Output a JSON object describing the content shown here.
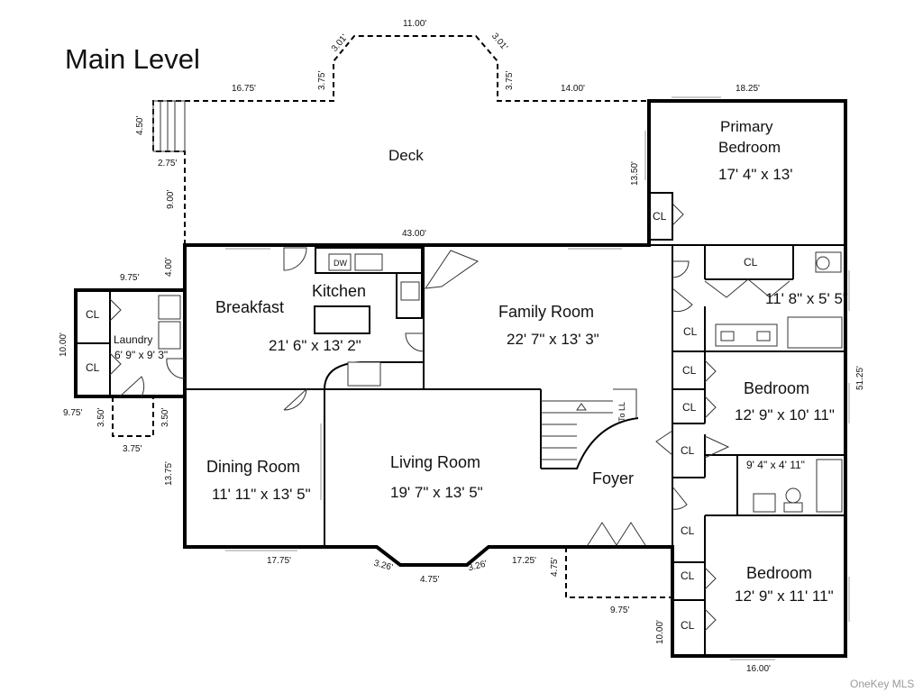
{
  "title": "Main Level",
  "rooms": {
    "deck": "Deck",
    "primary_bedroom_line1": "Primary",
    "primary_bedroom_line2": "Bedroom",
    "primary_bedroom_size": "17' 4\" x 13'",
    "primary_bath_size": "11' 8\" x 5' 5\"",
    "breakfast": "Breakfast",
    "kitchen": "Kitchen",
    "kitchen_size": "21' 6\" x 13' 2\"",
    "family_room": "Family Room",
    "family_room_size": "22' 7\" x 13' 3\"",
    "laundry": "Laundry",
    "laundry_size": "6' 9\" x 9' 3\"",
    "bedroom_2": "Bedroom",
    "bedroom_2_size": "12' 9\" x 10' 11\"",
    "bath_2_size": "9' 4\" x 4' 11\"",
    "dining_room": "Dining Room",
    "dining_room_size": "11' 11\" x 13' 5\"",
    "living_room": "Living Room",
    "living_room_size": "19' 7\" x 13' 5\"",
    "foyer": "Foyer",
    "bedroom_3": "Bedroom",
    "bedroom_3_size": "12' 9\" x 11' 11\""
  },
  "labels": {
    "closet": "CL",
    "dishwasher": "DW",
    "to_lower_level": "To LL"
  },
  "dimensions": {
    "deck_top": "11.00'",
    "deck_diag_left": "3.01'",
    "deck_diag_right": "3.01'",
    "deck_side_left": "3.75'",
    "deck_side_right": "3.75'",
    "deck_left": "16.75'",
    "deck_right": "14.00'",
    "stair_depth": "4.50'",
    "stair_width": "2.75'",
    "deck_lower_left": "9.00'",
    "deck_step": "4.00'",
    "deck_bottom": "43.00'",
    "deck_right_side": "13.50'",
    "primary_top": "18.25'",
    "laundry_top": "9.75'",
    "laundry_side": "10.00'",
    "laundry_bottom": "9.75'",
    "laundry_step_left": "3.50'",
    "laundry_step_right": "3.50'",
    "laundry_step_bottom": "3.75'",
    "dining_side": "13.75'",
    "dining_bottom": "17.75'",
    "bay_left": "3.26'",
    "bay_bottom": "4.75'",
    "bay_right": "3.26'",
    "living_bottom": "17.25'",
    "porch_side": "4.75'",
    "porch_bottom": "9.75'",
    "right_overall": "51.25'",
    "bedroom3_side": "10.00'",
    "bedroom3_bottom": "16.00'"
  },
  "watermark": "OneKey MLS"
}
